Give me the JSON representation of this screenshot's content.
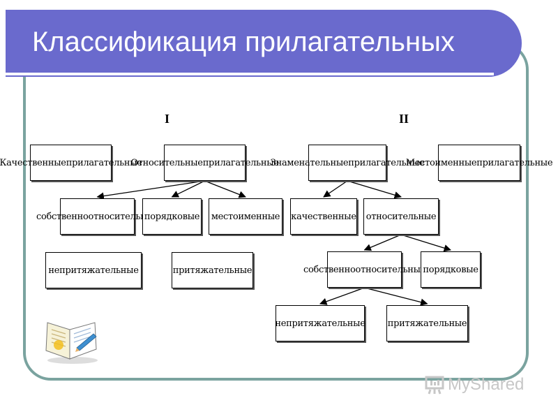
{
  "title": "Классификация прилагательных",
  "groups": {
    "first": "I",
    "second": "II"
  },
  "nodes": {
    "kachestvennye": [
      "Качественные",
      "прилагательные"
    ],
    "otnositelnye": [
      "Относительные",
      "прилагательные"
    ],
    "sobstvenno_otn_1": [
      "собственно",
      "относительные"
    ],
    "poryadkovye_1": [
      "порядковые"
    ],
    "mestoimennye_1": [
      "местоименные"
    ],
    "neprityazhatelnye_1": [
      "непритяжательные"
    ],
    "prityazhatelnye_1": [
      "притяжательные"
    ],
    "znamenatelnye": [
      "Знаменательные",
      "прилагательные"
    ],
    "mestoimennye_prilag": [
      "Местоименные",
      "прилагательные"
    ],
    "kachestvennye_2": [
      "качественные"
    ],
    "otnositelnye_2": [
      "относительные"
    ],
    "sobstvenno_otn_2": [
      "собственно",
      "относительные"
    ],
    "poryadkovye_2": [
      "порядковые"
    ],
    "neprityazhatelnye_2": [
      "непритяжательные"
    ],
    "prityazhatelnye_2": [
      "притяжательные"
    ]
  },
  "edges": [
    [
      "otnositelnye",
      "sobstvenno_otn_1"
    ],
    [
      "otnositelnye",
      "poryadkovye_1"
    ],
    [
      "otnositelnye",
      "mestoimennye_1"
    ],
    [
      "znamenatelnye",
      "kachestvennye_2"
    ],
    [
      "znamenatelnye",
      "otnositelnye_2"
    ],
    [
      "otnositelnye_2",
      "sobstvenno_otn_2"
    ],
    [
      "otnositelnye_2",
      "poryadkovye_2"
    ],
    [
      "sobstvenno_otn_2",
      "neprityazhatelnye_2"
    ],
    [
      "sobstvenno_otn_2",
      "prityazhatelnye_2"
    ]
  ],
  "watermark": "MyShared",
  "icons": {
    "book": "open-book-icon",
    "watermark": "presentation-icon"
  },
  "colors": {
    "title_bar": "#6a6acd",
    "frame": "#7aa39f"
  }
}
